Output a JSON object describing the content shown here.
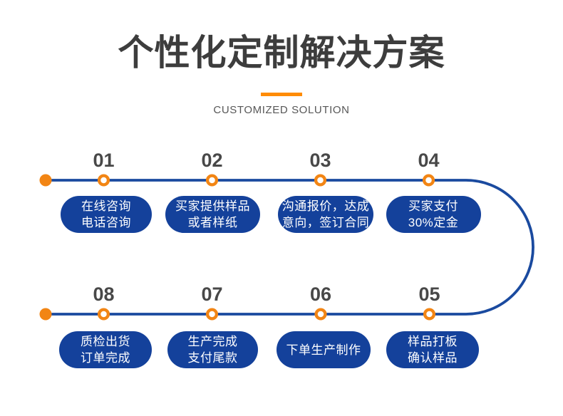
{
  "header": {
    "title": "个性化定制解决方案",
    "subtitle": "CUSTOMIZED SOLUTION"
  },
  "colors": {
    "box_blue": "#14419b",
    "line_blue": "#1a4a9f",
    "accent_orange": "#f28514",
    "bar_orange": "#ff8c05",
    "title_gray": "#3d3d3d",
    "number_gray": "#484848",
    "subtitle_gray": "#575757"
  },
  "steps": [
    {
      "number": "01",
      "lines": [
        "在线咨询",
        "电话咨询"
      ]
    },
    {
      "number": "02",
      "lines": [
        "买家提供样品",
        "或者样纸"
      ]
    },
    {
      "number": "03",
      "lines": [
        "沟通报价，达成",
        "意向，签订合同"
      ]
    },
    {
      "number": "04",
      "lines": [
        "买家支付",
        "30%定金"
      ]
    },
    {
      "number": "05",
      "lines": [
        "样品打板",
        "确认样品"
      ]
    },
    {
      "number": "06",
      "lines": [
        "下单生产制作"
      ]
    },
    {
      "number": "07",
      "lines": [
        "生产完成",
        "支付尾款"
      ]
    },
    {
      "number": "08",
      "lines": [
        "质检出货",
        "订单完成"
      ]
    }
  ]
}
